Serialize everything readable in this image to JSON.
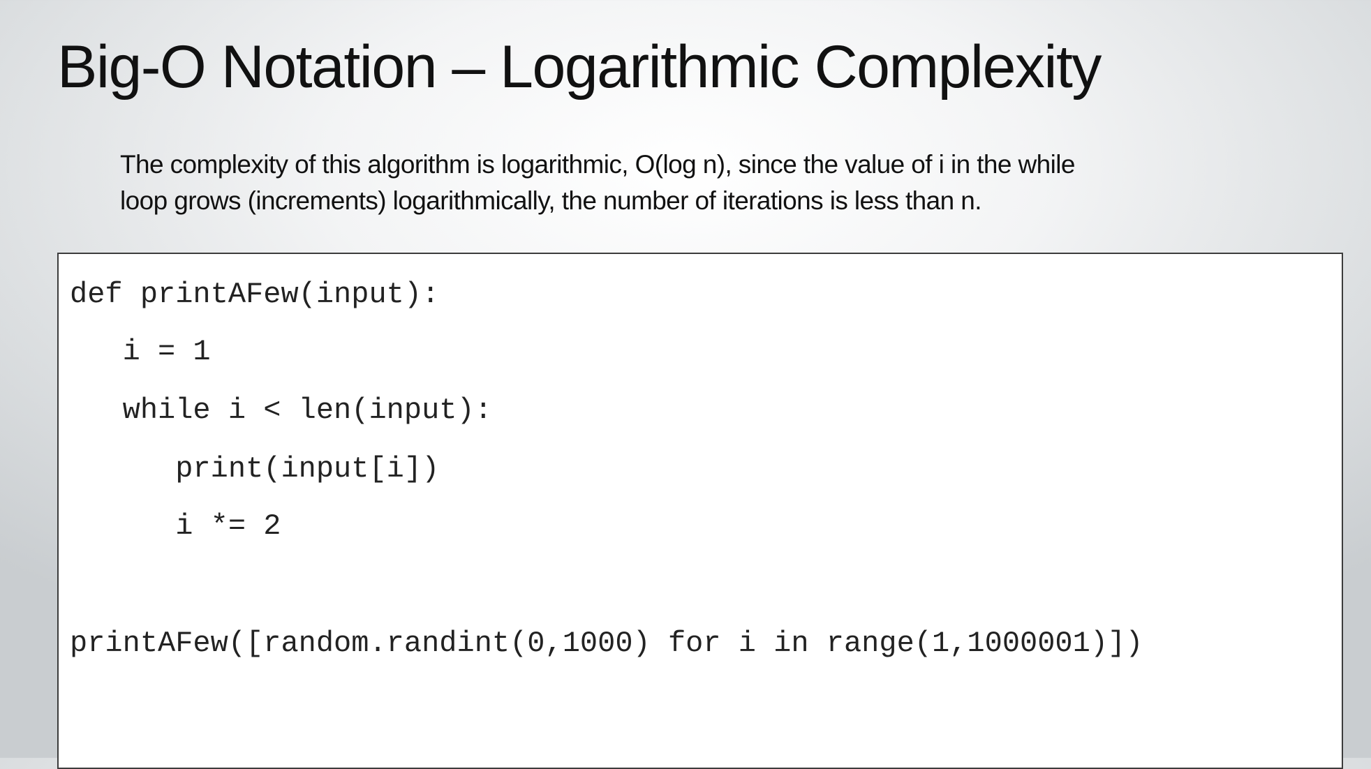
{
  "slide": {
    "title": "Big-O Notation – Logarithmic Complexity",
    "description_lines": [
      "The complexity of this algorithm is logarithmic, O(log n), since the value of i in the while",
      "loop grows (increments) logarithmically, the number of iterations is less than n."
    ]
  },
  "code": {
    "lines": [
      "def printAFew(input):",
      "   i = 1",
      "   while i < len(input):",
      "      print(input[i])",
      "      i *= 2",
      "",
      "printAFew([random.randint(0,1000) for i in range(1,1000001)])"
    ]
  }
}
